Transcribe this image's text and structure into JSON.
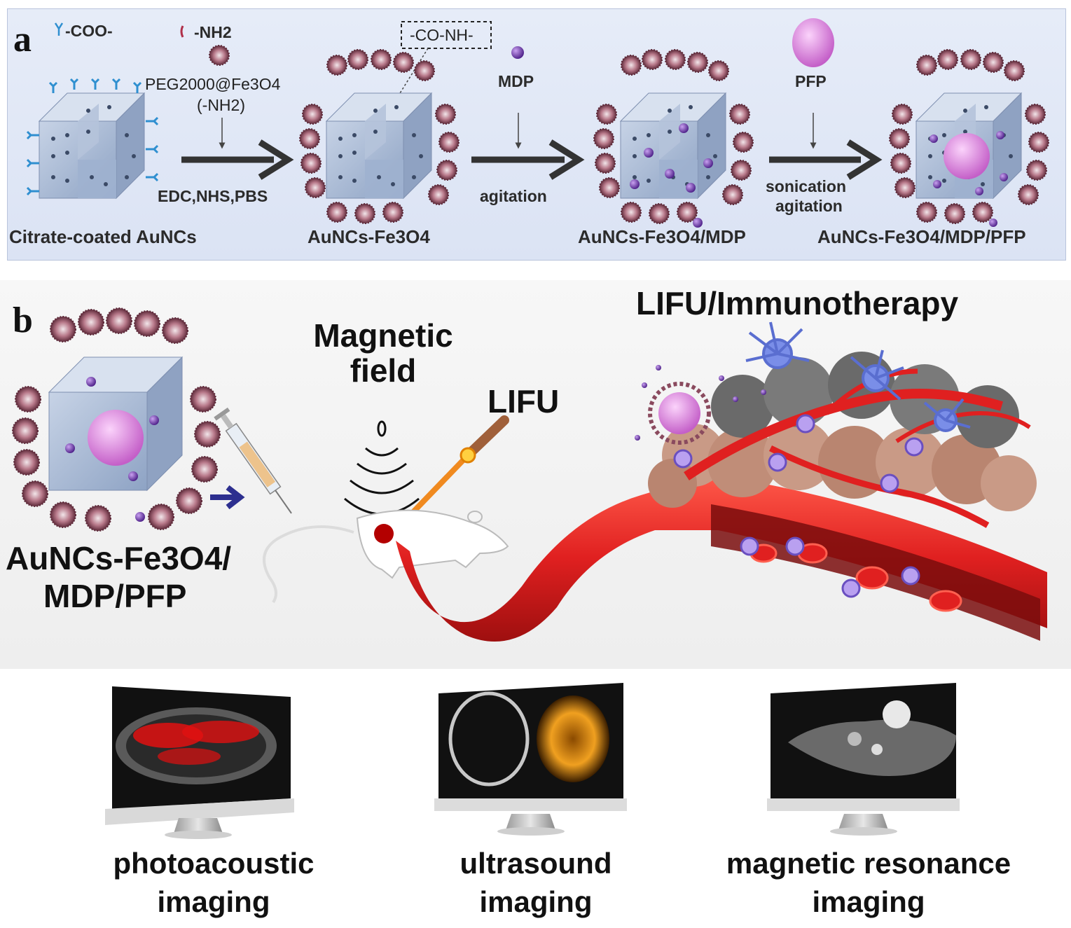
{
  "panel_a": {
    "letter": "a",
    "legend_coo": "-COO-",
    "legend_nh2": "-NH2",
    "peg_label": "PEG2000@Fe3O4",
    "peg_sub": "(-NH2)",
    "amide_box": "-CO-NH-",
    "mdp": "MDP",
    "pfp": "PFP",
    "step1": "EDC,NHS,PBS",
    "step2": "agitation",
    "step3_line1": "sonication",
    "step3_line2": "agitation",
    "product1": "Citrate-coated AuNCs",
    "product2": "AuNCs-Fe3O4",
    "product3": "AuNCs-Fe3O4/MDP",
    "product4": "AuNCs-Fe3O4/MDP/PFP"
  },
  "panel_b": {
    "letter": "b",
    "nano_line1": "AuNCs-Fe3O4/",
    "nano_line2": "MDP/PFP",
    "magnetic_line1": "Magnetic",
    "magnetic_line2": "field",
    "lifu": "LIFU",
    "therapy": "LIFU/Immunotherapy"
  },
  "imaging": [
    {
      "line1": "photoacoustic",
      "line2": "imaging"
    },
    {
      "line1": "ultrasound",
      "line2": "imaging"
    },
    {
      "line1": "magnetic resonance",
      "line2": "imaging"
    }
  ],
  "colors": {
    "cube": "#a9bcd8",
    "linker": "#2f8fd0",
    "fe3o4": "#8a4a5e",
    "mdp": "#7a3fb8",
    "pfp": "#e08ee4",
    "vessel": "#e02020",
    "tumor": "#c99a86"
  }
}
